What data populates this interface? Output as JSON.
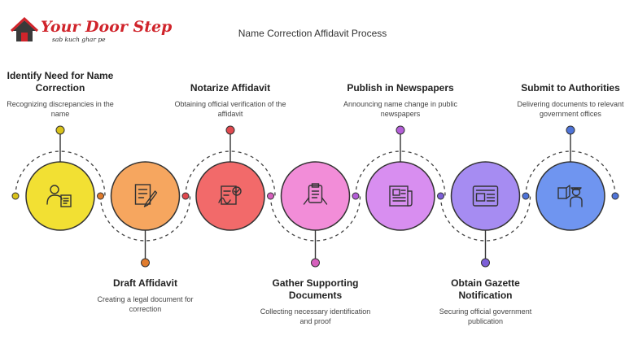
{
  "brand": {
    "name": "Your Door Step",
    "tagline": "sab kuch ghar pe",
    "color": "#d0242b"
  },
  "title": "Name Correction Affidavit Process",
  "steps": [
    {
      "title": "Identify Need for Name Correction",
      "desc": "Recognizing discrepancies in the name",
      "color": "#f2e033",
      "dot": "#d9c21a",
      "icon": "person-document-icon"
    },
    {
      "title": "Draft Affidavit",
      "desc": "Creating a legal document for correction",
      "color": "#f6a65f",
      "dot": "#e07b2d",
      "icon": "document-pen-icon"
    },
    {
      "title": "Notarize Affidavit",
      "desc": "Obtaining official verification of the affidavit",
      "color": "#f26a6a",
      "dot": "#e0494f",
      "icon": "signed-document-icon"
    },
    {
      "title": "Gather Supporting Documents",
      "desc": "Collecting necessary identification and proof",
      "color": "#f28dd8",
      "dot": "#d660bd",
      "icon": "clipboard-hands-icon"
    },
    {
      "title": "Publish in Newspapers",
      "desc": "Announcing name change in public newspapers",
      "color": "#d88ef0",
      "dot": "#b45fd8",
      "icon": "newspaper-icon"
    },
    {
      "title": "Obtain Gazette Notification",
      "desc": "Securing official government publication",
      "color": "#a68cf2",
      "dot": "#7d5fd8",
      "icon": "gazette-icon"
    },
    {
      "title": "Submit to Authorities",
      "desc": "Delivering documents to relevant government offices",
      "color": "#6f95f0",
      "dot": "#4f74d8",
      "icon": "officer-documents-icon"
    }
  ]
}
